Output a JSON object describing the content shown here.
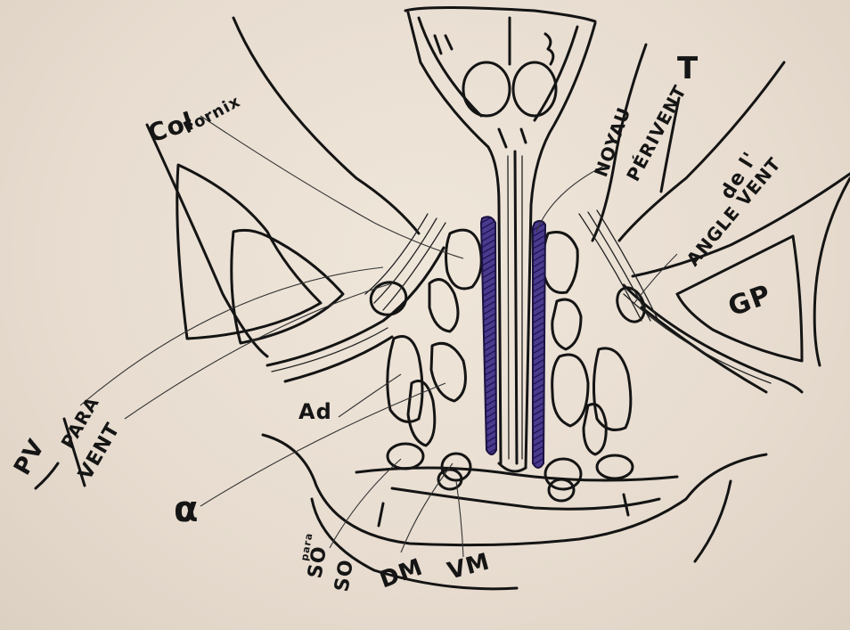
{
  "labels": {
    "t": "T",
    "col": "Col",
    "fornix": "Fornix",
    "noyau": "NOYAU",
    "periventr": "PÉRIVENT",
    "de_l": "de l'",
    "angle_vent": "ANGLE VENT",
    "gp": "GP",
    "pv": "PV",
    "para": "PARA",
    "vent": "VENT",
    "alpha": "α",
    "ad": "Ad",
    "sd": "SO",
    "sd_small": "para",
    "sd2": "SO",
    "dm": "DM",
    "vm": "VM"
  },
  "colors": {
    "ink": "#141414",
    "purple": "#3b2a7a",
    "blue": "#3a86c4",
    "green": "#6f9a2c",
    "orange": "#e8742c",
    "grey": "#7a7068"
  }
}
